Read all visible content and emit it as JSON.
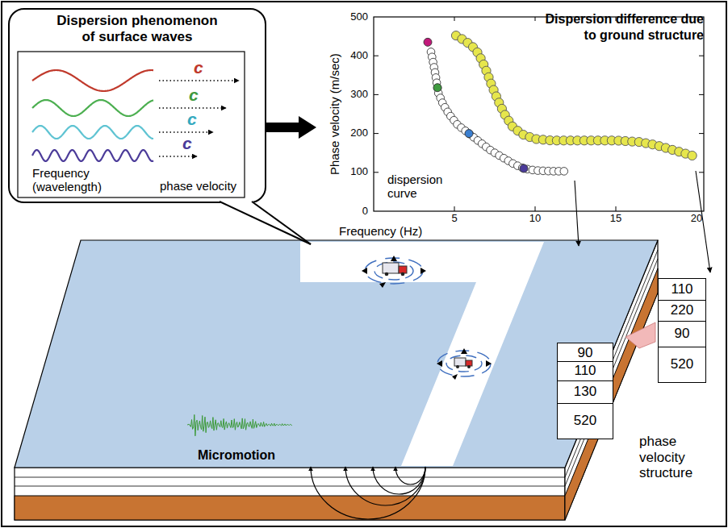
{
  "diagram": {
    "nodes": [
      {
        "text": [
          "Dispersion phenomenon of surface waves"
        ]
      },
      {
        "text": [
          "Dispersion difference due to ground structure"
        ]
      },
      {
        "text": [
          "110"
        ]
      },
      {
        "text": [
          "220"
        ]
      },
      {
        "text": [
          "90"
        ]
      },
      {
        "text": [
          "520"
        ]
      },
      {
        "text": [
          "90"
        ]
      },
      {
        "text": [
          "110"
        ]
      },
      {
        "text": [
          "130"
        ]
      },
      {
        "text": [
          "520"
        ]
      }
    ],
    "edges": [
      {
        "from": 0,
        "to": 1,
        "arrow": "to"
      }
    ],
    "labels": [
      "c",
      "c",
      "c",
      "c",
      "Frequency (wavelength)",
      "phase velocity",
      "Phase velocity (m/sec)",
      "500",
      "400",
      "300",
      "200",
      "100",
      "0",
      "5",
      "10",
      "15",
      "20",
      "Frequency (Hz)",
      "dispersion curve",
      "Micromotion",
      "phase velocity structure"
    ]
  }
}
